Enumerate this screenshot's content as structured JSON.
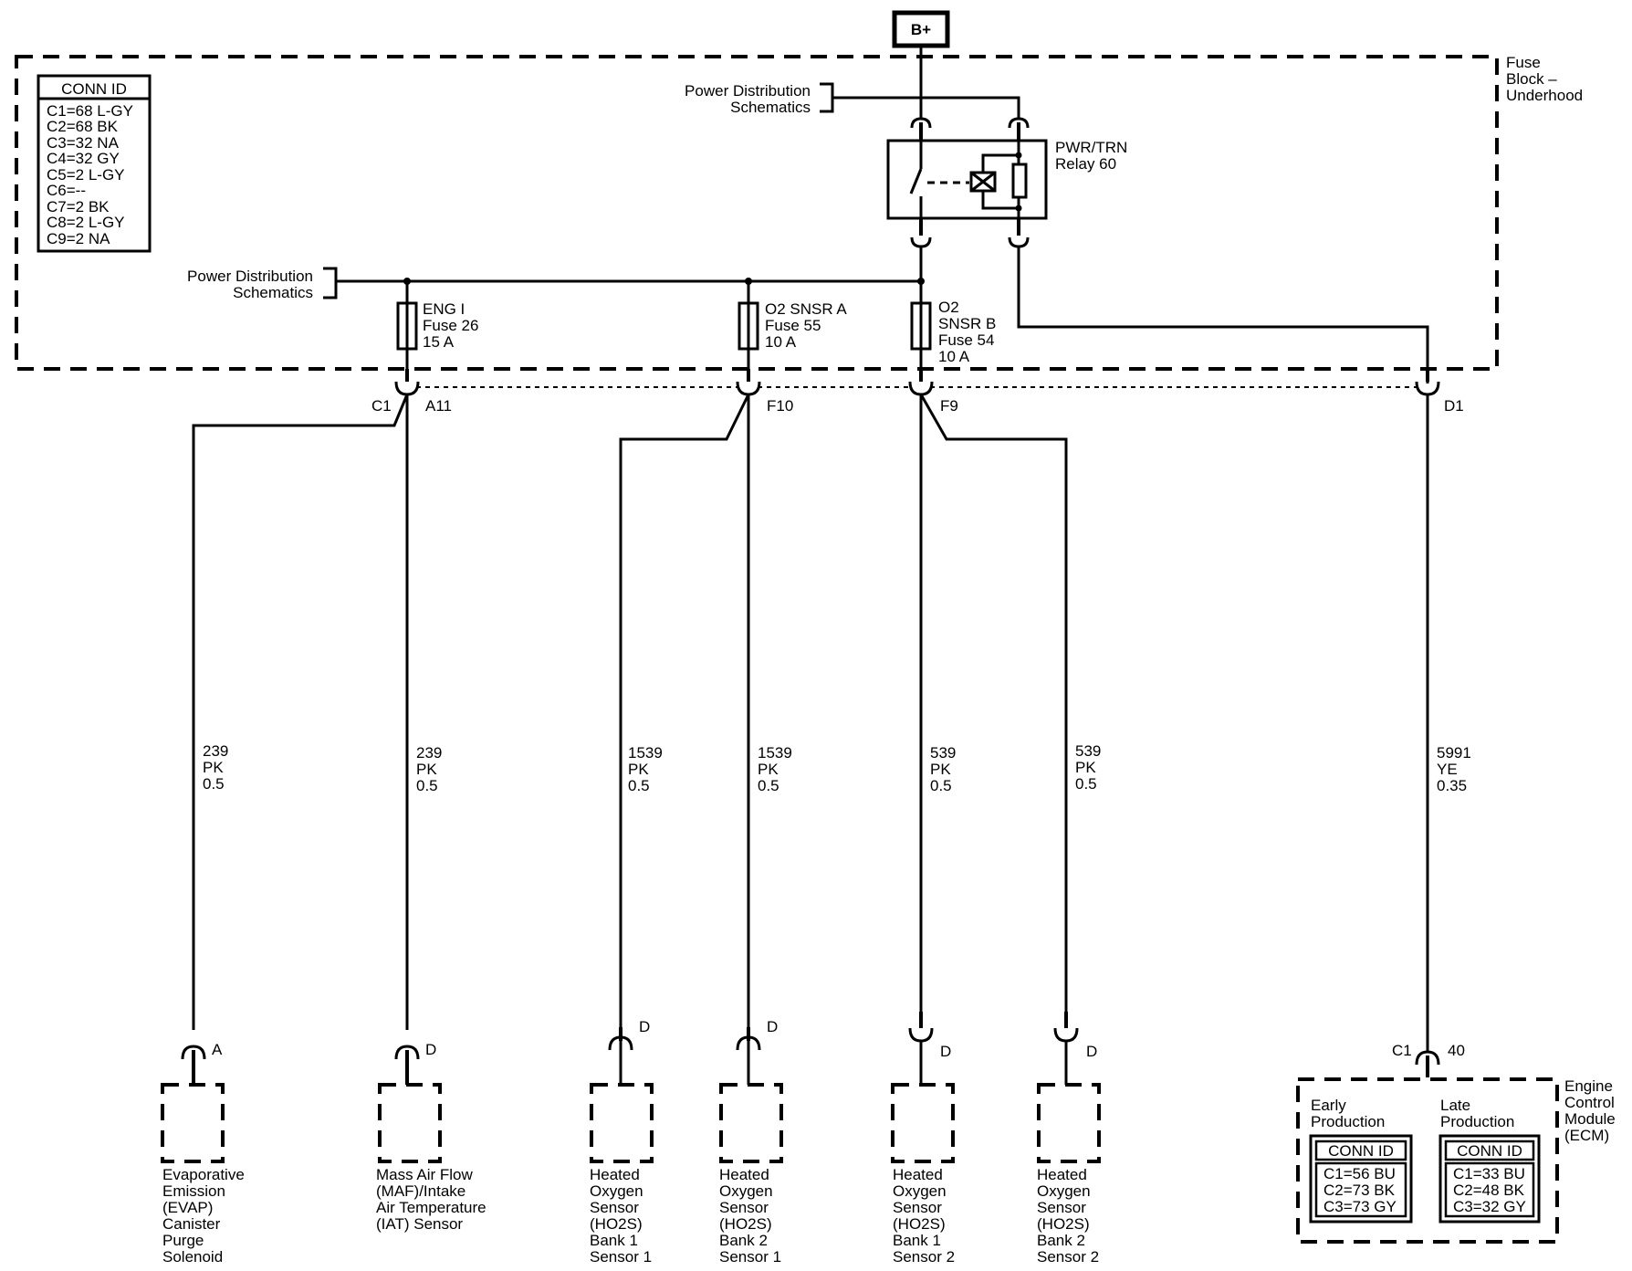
{
  "battery": "B+",
  "fuse_block": {
    "label": [
      "Fuse",
      "Block –",
      "Underhood"
    ],
    "conn_table": {
      "header": "CONN ID",
      "rows": [
        "C1=68 L-GY",
        "C2=68 BK",
        "C3=32 NA",
        "C4=32 GY",
        "C5=2 L-GY",
        "C6=--",
        "C7=2 BK",
        "C8=2 L-GY",
        "C9=2 NA"
      ]
    },
    "power_distribution_ref": [
      "Power Distribution",
      "Schematics"
    ],
    "relay": [
      "PWR/TRN",
      "Relay 60"
    ],
    "fuses": [
      {
        "id": "fuse26",
        "lines": [
          "ENG I",
          "Fuse 26",
          "15 A"
        ],
        "connector": "C1",
        "pin": "A11"
      },
      {
        "id": "fuse55",
        "lines": [
          "O2 SNSR A",
          "Fuse 55",
          "10 A"
        ],
        "pin": "F10"
      },
      {
        "id": "fuse54",
        "lines": [
          "O2",
          "SNSR B",
          "Fuse 54",
          "10 A"
        ],
        "pin": "F9"
      }
    ],
    "relay_output_pin": "D1"
  },
  "circuits": [
    {
      "id": "evap",
      "wire": [
        "239",
        "PK",
        "0.5"
      ],
      "pin": "A",
      "component": [
        "Evaporative",
        "Emission",
        "(EVAP)",
        "Canister",
        "Purge",
        "Solenoid"
      ]
    },
    {
      "id": "maf",
      "wire": [
        "239",
        "PK",
        "0.5"
      ],
      "pin": "D",
      "component": [
        "Mass Air Flow",
        "(MAF)/Intake",
        "Air Temperature",
        "(IAT) Sensor"
      ]
    },
    {
      "id": "ho2s-b1s1",
      "wire": [
        "1539",
        "PK",
        "0.5"
      ],
      "pin": "D",
      "component": [
        "Heated",
        "Oxygen",
        "Sensor",
        "(HO2S)",
        "Bank 1",
        "Sensor 1"
      ]
    },
    {
      "id": "ho2s-b2s1",
      "wire": [
        "1539",
        "PK",
        "0.5"
      ],
      "pin": "D",
      "component": [
        "Heated",
        "Oxygen",
        "Sensor",
        "(HO2S)",
        "Bank 2",
        "Sensor 1"
      ]
    },
    {
      "id": "ho2s-b1s2",
      "wire": [
        "539",
        "PK",
        "0.5"
      ],
      "pin": "D",
      "component": [
        "Heated",
        "Oxygen",
        "Sensor",
        "(HO2S)",
        "Bank 1",
        "Sensor 2"
      ]
    },
    {
      "id": "ho2s-b2s2",
      "wire": [
        "539",
        "PK",
        "0.5"
      ],
      "pin": "D",
      "component": [
        "Heated",
        "Oxygen",
        "Sensor",
        "(HO2S)",
        "Bank 2",
        "Sensor 2"
      ]
    },
    {
      "id": "ecm",
      "wire": [
        "5991",
        "YE",
        "0.35"
      ],
      "connector": "C1",
      "pin": "40"
    }
  ],
  "ecm": {
    "label": [
      "Engine",
      "Control",
      "Module",
      "(ECM)"
    ],
    "early": {
      "title": [
        "Early",
        "Production"
      ],
      "header": "CONN ID",
      "rows": [
        "C1=56 BU",
        "C2=73 BK",
        "C3=73 GY"
      ]
    },
    "late": {
      "title": [
        "Late",
        "Production"
      ],
      "header": "CONN ID",
      "rows": [
        "C1=33 BU",
        "C2=48 BK",
        "C3=32 GY"
      ]
    }
  }
}
